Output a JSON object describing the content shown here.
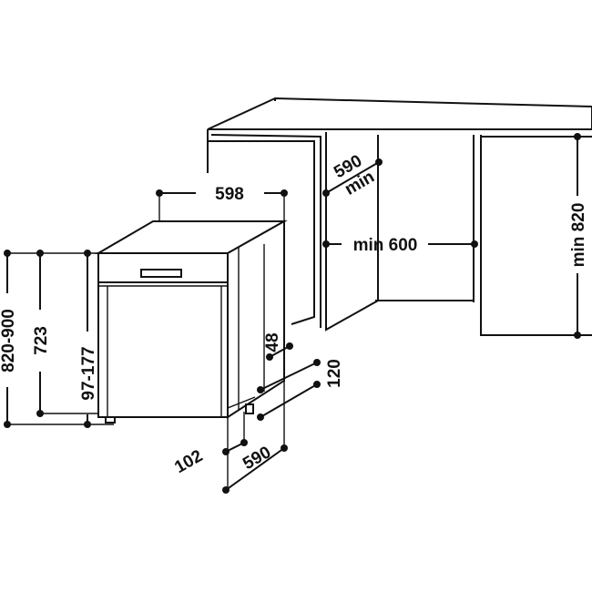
{
  "dimensions": {
    "width_598": "598",
    "width_590_min_top": "590",
    "width_590_min_bottom": "min",
    "min_600": "min 600",
    "min_820": "min 820",
    "height_820_900": "820-900",
    "height_723": "723",
    "height_97_177": "97-177",
    "depth_48": "48",
    "depth_120": "120",
    "depth_102": "102",
    "depth_590": "590"
  }
}
